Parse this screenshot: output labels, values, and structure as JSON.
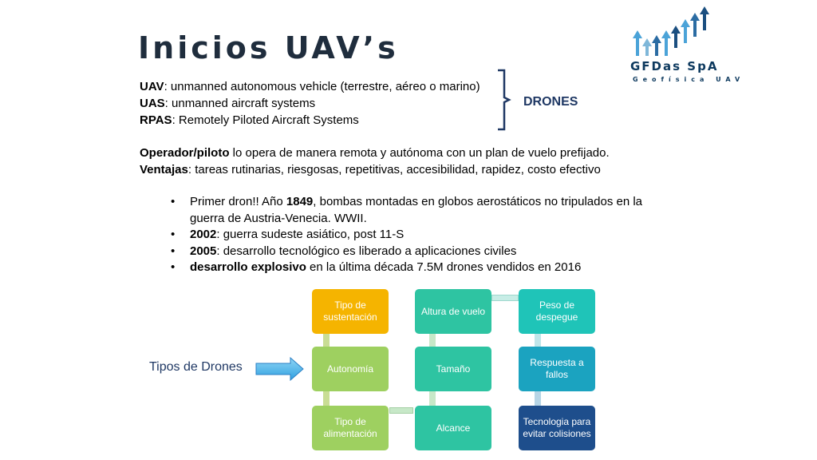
{
  "title": "Inicios UAV’s",
  "logo": {
    "name": "GFDas SpA",
    "subtitle": "Geofísica UAV"
  },
  "definitions": [
    {
      "term": "UAV",
      "text": ":  unmanned autonomous vehicle (terrestre, aéreo o marino)"
    },
    {
      "term": "UAS",
      "text": ": unmanned aircraft systems"
    },
    {
      "term": "RPAS",
      "text": ": Remotely Piloted Aircraft Systems"
    }
  ],
  "drones_label": "DRONES",
  "operator": {
    "term": "Operador/piloto",
    "text": " lo opera de manera remota y autónoma con un plan de vuelo prefijado."
  },
  "advantages": {
    "term": "Ventajas",
    "text": ": tareas rutinarias, riesgosas, repetitivas, accesibilidad, rapidez, costo efectivo"
  },
  "bullets": [
    {
      "pre": "Primer dron!!  Año ",
      "bold": "1849",
      "post": ", bombas montadas en globos aerostáticos no tripulados en la",
      "cont": "guerra de Austria-Venecia. WWII."
    },
    {
      "pre": "",
      "bold": "2002",
      "post": ": guerra sudeste asiático, post 11-S"
    },
    {
      "pre": "",
      "bold": "2005",
      "post": ": desarrollo tecnológico es liberado a aplicaciones civiles"
    },
    {
      "pre": "",
      "bold": "desarrollo explosivo",
      "post": " en la última década 7.5M drones vendidos en 2016"
    }
  ],
  "types_label": "Tipos de Drones",
  "boxes": {
    "b1": "Tipo de sustentación",
    "b2": "Autonomía",
    "b3": "Tipo de alimentación",
    "b4": "Altura de vuelo",
    "b5": "Tamaño",
    "b6": "Alcance",
    "b7": "Peso de despegue",
    "b8": "Respuesta a fallos",
    "b9": "Tecnologia para evitar colisiones"
  },
  "colors": {
    "title": "#1f2d3d",
    "accent": "#1f3864",
    "orange": "#f5b400",
    "green": "#9ed060",
    "teal": "#2ec4a2",
    "blue": "#1ba3c0",
    "navy": "#1e4e8c"
  },
  "icons": {
    "logo": "arrows-bar-chart-icon",
    "arrow": "right-arrow-icon",
    "brace": "right-bracket-icon"
  }
}
